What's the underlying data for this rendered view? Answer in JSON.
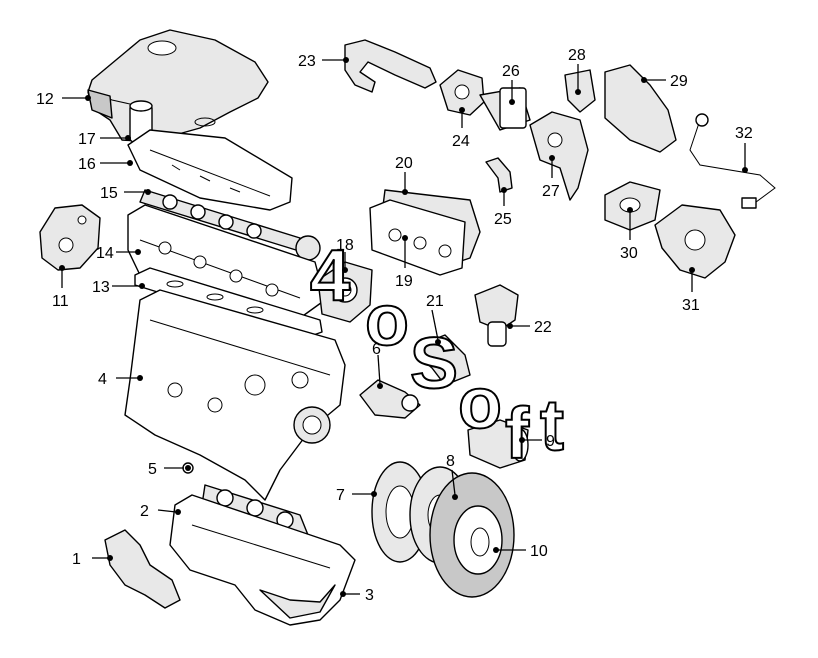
{
  "watermark": {
    "chars": [
      "4",
      "o",
      "S",
      "o",
      "f",
      "t"
    ]
  },
  "callouts": [
    {
      "id": "c1",
      "label": "1"
    },
    {
      "id": "c2",
      "label": "2"
    },
    {
      "id": "c3",
      "label": "3"
    },
    {
      "id": "c4",
      "label": "4"
    },
    {
      "id": "c5",
      "label": "5"
    },
    {
      "id": "c6",
      "label": "6"
    },
    {
      "id": "c7",
      "label": "7"
    },
    {
      "id": "c8",
      "label": "8"
    },
    {
      "id": "c9",
      "label": "9"
    },
    {
      "id": "c10",
      "label": "10"
    },
    {
      "id": "c11",
      "label": "11"
    },
    {
      "id": "c12",
      "label": "12"
    },
    {
      "id": "c13",
      "label": "13"
    },
    {
      "id": "c14",
      "label": "14"
    },
    {
      "id": "c15",
      "label": "15"
    },
    {
      "id": "c16",
      "label": "16"
    },
    {
      "id": "c17",
      "label": "17"
    },
    {
      "id": "c18",
      "label": "18"
    },
    {
      "id": "c19",
      "label": "19"
    },
    {
      "id": "c20",
      "label": "20"
    },
    {
      "id": "c21",
      "label": "21"
    },
    {
      "id": "c22",
      "label": "22"
    },
    {
      "id": "c23",
      "label": "23"
    },
    {
      "id": "c24",
      "label": "24"
    },
    {
      "id": "c25",
      "label": "25"
    },
    {
      "id": "c26",
      "label": "26"
    },
    {
      "id": "c27",
      "label": "27"
    },
    {
      "id": "c28",
      "label": "28"
    },
    {
      "id": "c29",
      "label": "29"
    },
    {
      "id": "c30",
      "label": "30"
    },
    {
      "id": "c31",
      "label": "31"
    },
    {
      "id": "c32",
      "label": "32"
    }
  ]
}
